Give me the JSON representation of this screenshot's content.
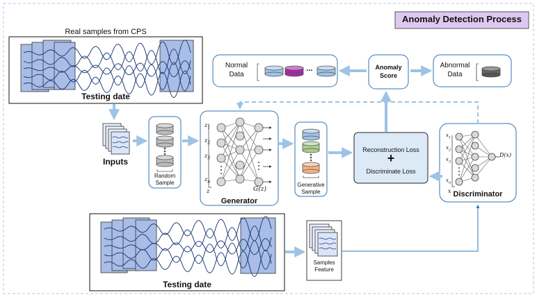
{
  "title": "Anomaly Detection Process",
  "top_panel": {
    "label": "Real samples from CPS",
    "caption": "Testing date"
  },
  "bottom_panel": {
    "caption": "Testing date"
  },
  "inputs": "Inputs",
  "random_sample": [
    "Random",
    "Sample"
  ],
  "generator": {
    "label": "Generator",
    "input_labels": [
      "z",
      "z",
      "z",
      "z"
    ],
    "input_subscripts": [
      "1",
      "2",
      "3",
      "n"
    ],
    "vector_label": "z",
    "output_label": "G(z)"
  },
  "generative_sample": [
    "Generative",
    "Sample"
  ],
  "loss": {
    "reconstruction": "Reconstruction Loss",
    "plus": "+",
    "discriminate": "Discriminate Loss"
  },
  "discriminator": {
    "label": "Discriminator",
    "input_labels": [
      "x",
      "x",
      "x",
      "x"
    ],
    "input_subscripts": [
      "1",
      "2",
      "3",
      "n"
    ],
    "vector_label": "x",
    "output_label": "D(x)"
  },
  "anomaly_score": [
    "Anomaly",
    "Score"
  ],
  "normal_data": [
    "Normal",
    "Data"
  ],
  "ellipsis": "...",
  "abnormal_data": [
    "Abnormal",
    "Data"
  ],
  "samples_feature": [
    "Samples",
    "Feature"
  ],
  "colors": {
    "arrow": "#9dc3e6",
    "box_border": "#2e75b6",
    "title_bg": "#ddc9f0",
    "loss_bg": "#dce9f7",
    "panel_fill": "#a9bde6",
    "disk_blue": "#9dc3e6",
    "disk_purple": "#a42ba4",
    "disk_gray": "#bcbcbc",
    "disk_dark": "#666666",
    "disk_green": "#a9d08e",
    "disk_peach": "#f4b183"
  }
}
